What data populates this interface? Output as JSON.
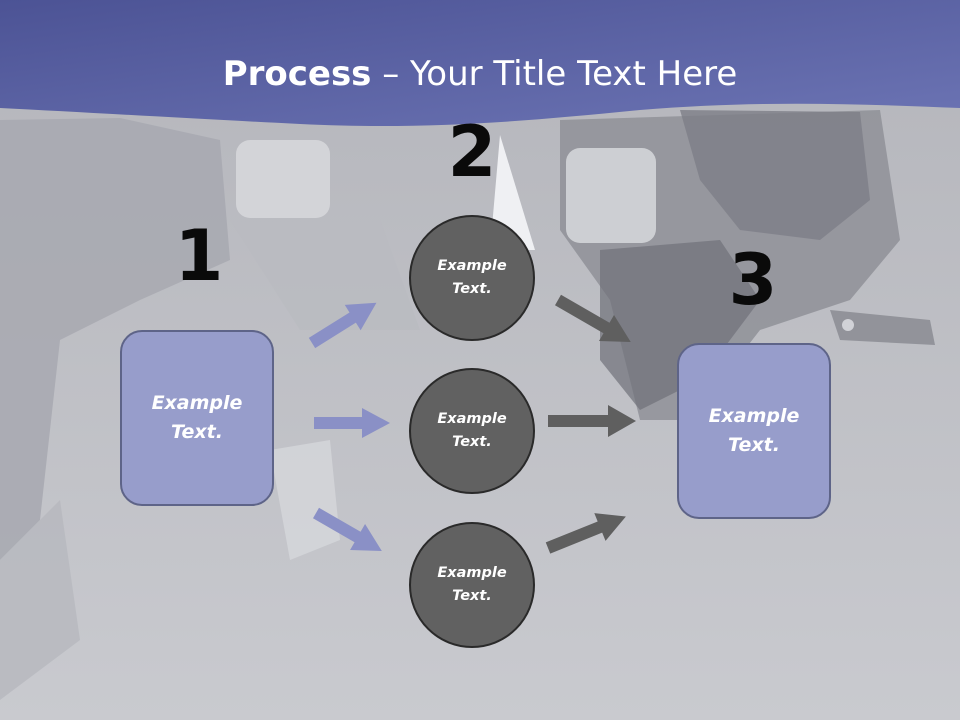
{
  "slide": {
    "title_bold": "Process",
    "title_rest": " – Your Title Text Here",
    "steps": [
      {
        "number": "1",
        "label": "Example\nText."
      },
      {
        "number": "2"
      },
      {
        "number": "3",
        "label": "Example\nText."
      }
    ],
    "circles": [
      {
        "label": "Example\nText."
      },
      {
        "label": "Example\nText."
      },
      {
        "label": "Example\nText."
      }
    ]
  },
  "colors": {
    "header_band": "#5a62a4",
    "box_fill": "#979dcb",
    "circle_fill": "#616161",
    "arrow_left": "#8a90c6",
    "arrow_right": "#5f5f5f",
    "background": "#c6c7cc"
  }
}
